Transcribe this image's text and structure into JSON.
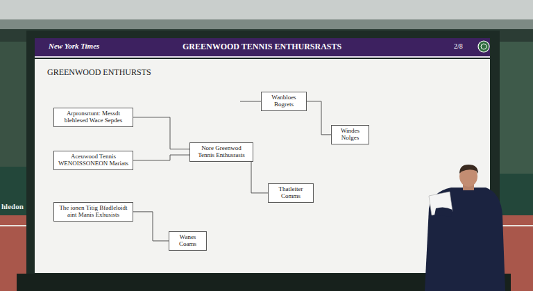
{
  "diagram": {
    "title": "GREENWOOD TENNIS ENTHURSRASTS",
    "nodes": [
      {
        "text": [
          "Arpronsrtunt: Messdt blehlesed Wace Sepdes"
        ]
      },
      {
        "text": [
          "Aceuwood Tennis WENOISSONEON Mariats"
        ]
      },
      {
        "text": [
          "The ionen Titig Bfadleloidt aint Manis Exhusists"
        ]
      },
      {
        "text": [
          "Nore Greenwod Tennis Enthusrasts"
        ]
      },
      {
        "text": [
          "Wanes Coams"
        ]
      },
      {
        "text": [
          "Wanbloes Bogrets"
        ]
      },
      {
        "text": [
          "Windes Nolges"
        ]
      },
      {
        "text": [
          "Thatleiter Comms"
        ]
      }
    ],
    "edges": [
      {
        "from": 0,
        "to": 3,
        "arrow": "none"
      },
      {
        "from": 1,
        "to": 3,
        "arrow": "none"
      },
      {
        "from": 2,
        "to": 4,
        "arrow": "none"
      },
      {
        "from": 3,
        "to": 7,
        "arrow": "none"
      },
      {
        "from": 5,
        "to": 6,
        "arrow": "none"
      }
    ],
    "labels": [
      "New York Times",
      "2/8",
      "GREENWOOD ENTHURSTS",
      "hledon"
    ]
  }
}
